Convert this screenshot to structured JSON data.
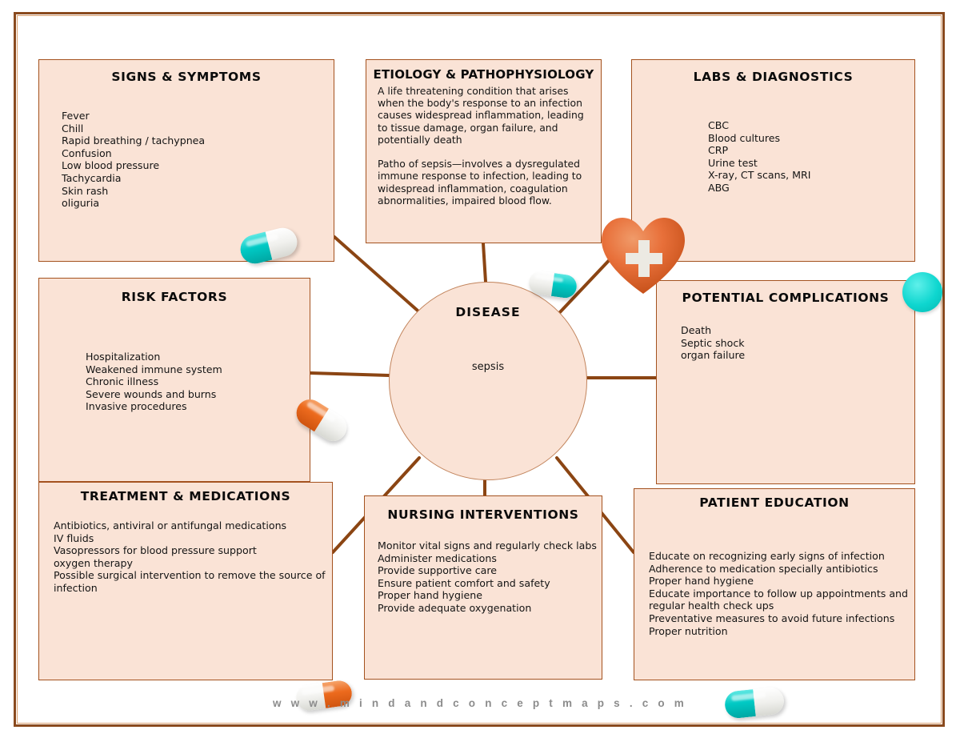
{
  "map": {
    "center": {
      "title": "DISEASE",
      "value": "sepsis"
    },
    "nodes": {
      "signs": {
        "title": "SIGNS & SYMPTOMS",
        "body": "Fever\nChill\nRapid breathing / tachypnea\nConfusion\nLow blood pressure\nTachycardia\nSkin rash\noliguria"
      },
      "etiology": {
        "title": "ETIOLOGY & PATHOPHYSIOLOGY",
        "body": "A life threatening condition that arises when the body's response to an infection causes widespread inflammation, leading to tissue damage, organ failure, and potentially death\n\nPatho of sepsis—involves a dysregulated immune response to infection, leading to widespread inflammation, coagulation abnormalities, impaired blood flow."
      },
      "labs": {
        "title": "LABS & DIAGNOSTICS",
        "body": "CBC\nBlood cultures\nCRP\nUrine test\nX-ray, CT scans, MRI\nABG"
      },
      "risk": {
        "title": "RISK FACTORS",
        "body": "Hospitalization\nWeakened immune system\nChronic illness\nSevere wounds and burns\nInvasive procedures"
      },
      "complications": {
        "title": "POTENTIAL COMPLICATIONS",
        "body": "Death\nSeptic shock\norgan failure"
      },
      "treatment": {
        "title": "TREATMENT & MEDICATIONS",
        "body": "Antibiotics, antiviral or antifungal medications\nIV fluids\nVasopressors for blood pressure support\noxygen therapy\nPossible surgical intervention to remove the source of infection"
      },
      "nursing": {
        "title": "NURSING INTERVENTIONS",
        "body": "Monitor vital signs and regularly check labs\nAdminister medications\nProvide supportive care\nEnsure patient comfort and safety\nProper hand hygiene\nProvide adequate oxygenation"
      },
      "education": {
        "title": "PATIENT EDUCATION",
        "body": "Educate on recognizing early signs of infection\nAdherence to medication specially antibiotics\nProper hand hygiene\nEducate importance to follow up appointments and regular health check ups\nPreventative measures to avoid future infections\nProper nutrition"
      }
    },
    "decorations": {
      "capsule_teal_signs": "teal-white-capsule",
      "capsule_teal_center": "teal-white-capsule",
      "capsule_orange_risk": "orange-white-capsule",
      "capsule_orange_footer": "orange-white-capsule",
      "capsule_teal_footer": "teal-white-capsule",
      "teal_dot_complications": "teal-pill-dot",
      "heart": "heart-with-cross-icon"
    },
    "footer": {
      "url": "w w w . m i n d a n d c o n c e p t m a p s . c o m"
    },
    "colors": {
      "box_fill": "#fae3d6",
      "box_border": "#a4521f",
      "frame_border": "#8a4a1e",
      "connector": "#8b4513",
      "accent_teal": "#00c9c4",
      "accent_orange": "#ec6a1d",
      "footer_text": "#8c8c8c"
    }
  }
}
